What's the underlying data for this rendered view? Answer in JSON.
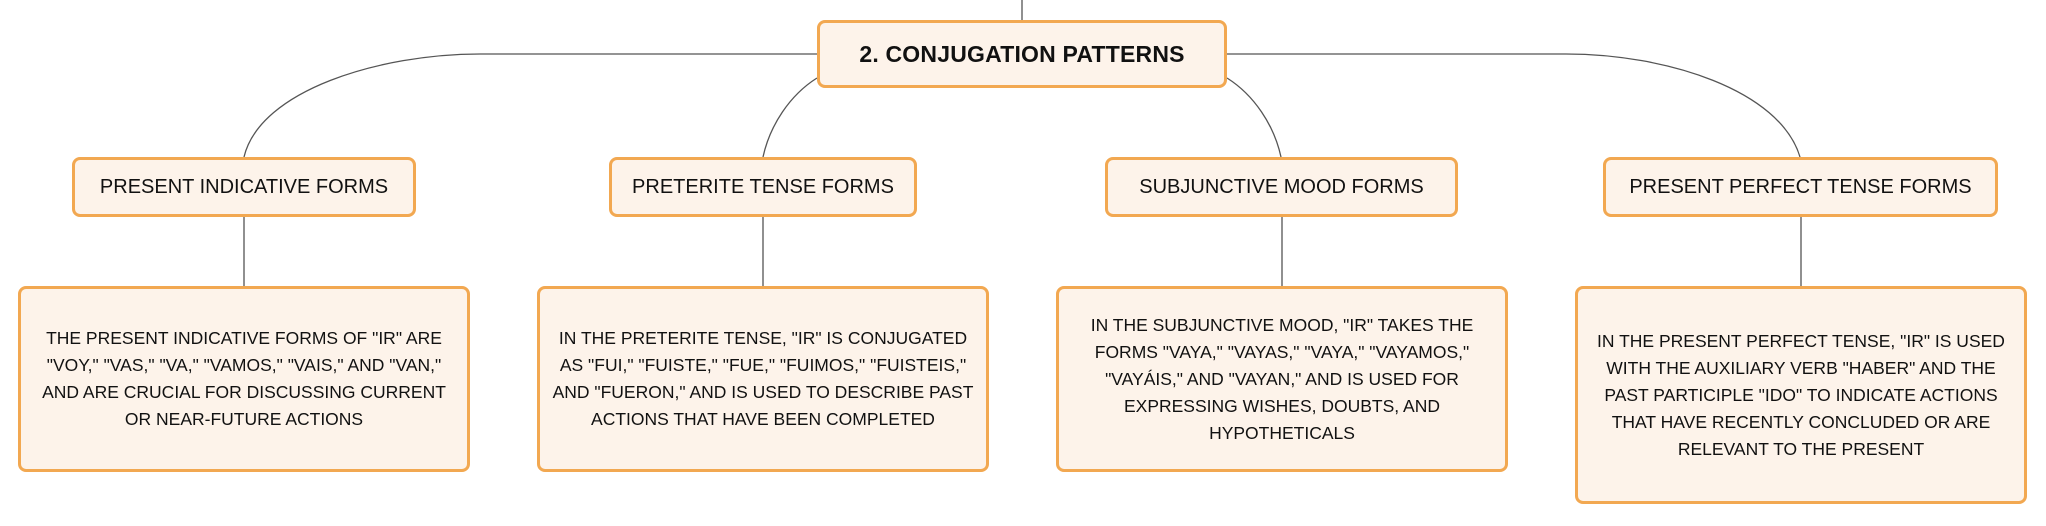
{
  "root": {
    "label": "2. CONJUGATION PATTERNS"
  },
  "branches": [
    {
      "label": "PRESENT INDICATIVE FORMS",
      "detail": "THE PRESENT INDICATIVE FORMS OF \"IR\" ARE \"VOY,\" \"VAS,\" \"VA,\" \"VAMOS,\" \"VAIS,\" AND \"VAN,\" AND ARE CRUCIAL FOR DISCUSSING CURRENT OR NEAR-FUTURE ACTIONS"
    },
    {
      "label": "PRETERITE TENSE FORMS",
      "detail": "IN THE PRETERITE TENSE, \"IR\" IS CONJUGATED AS \"FUI,\" \"FUISTE,\" \"FUE,\" \"FUIMOS,\" \"FUISTEIS,\" AND \"FUERON,\" AND IS USED TO DESCRIBE PAST ACTIONS THAT HAVE BEEN COMPLETED"
    },
    {
      "label": "SUBJUNCTIVE MOOD FORMS",
      "detail": "IN THE SUBJUNCTIVE MOOD, \"IR\" TAKES THE FORMS \"VAYA,\" \"VAYAS,\" \"VAYA,\" \"VAYAMOS,\" \"VAYÁIS,\" AND \"VAYAN,\" AND IS USED FOR EXPRESSING WISHES, DOUBTS, AND HYPOTHETICALS"
    },
    {
      "label": "PRESENT PERFECT TENSE FORMS",
      "detail": "IN THE PRESENT PERFECT TENSE, \"IR\" IS USED WITH THE AUXILIARY VERB \"HABER\" AND THE PAST PARTICIPLE \"IDO\" TO INDICATE ACTIONS THAT HAVE RECENTLY CONCLUDED OR ARE RELEVANT TO THE PRESENT"
    }
  ],
  "colors": {
    "node_fill": "#fdf3ea",
    "node_border": "#f2a851",
    "connector": "#555555"
  }
}
